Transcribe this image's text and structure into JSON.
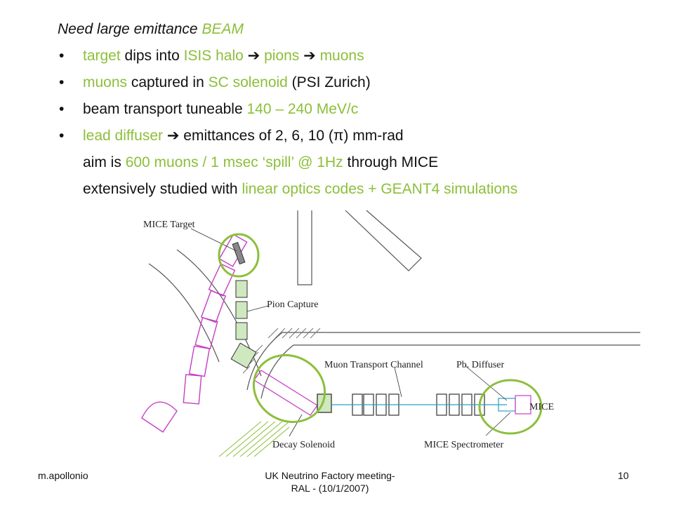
{
  "heading": {
    "part1": "Need large emittance ",
    "part2": "BEAM"
  },
  "bullets": [
    {
      "segments": [
        "target",
        " dips into ",
        "ISIS halo",
        " ➔ ",
        "pions",
        " ➔ ",
        "muons"
      ]
    },
    {
      "segments": [
        "muons",
        " captured in ",
        "SC solenoid",
        " (PSI Zurich)"
      ]
    },
    {
      "segments": [
        "beam transport tuneable ",
        "140 – 240 MeV/c"
      ]
    },
    {
      "segments": [
        "lead diffuser ",
        "➔",
        " emittances of  2, 6, 10 (π) mm-rad"
      ]
    }
  ],
  "bullet_symbol": "•",
  "aim_line": {
    "segments": [
      "aim is ",
      "600 muons / 1 msec ‘spill’ @ 1Hz",
      " through MICE"
    ]
  },
  "studied_line": {
    "segments": [
      "extensively studied with ",
      "linear optics codes + GEANT4 simulations"
    ]
  },
  "diagram": {
    "labels": {
      "mice_target": "MICE Target",
      "pion_capture": "Pion Capture",
      "muon_transport": "Muon Transport Channel",
      "pb_diffuser": "Pb. Diffuser",
      "mice": "MICE",
      "decay_solenoid": "Decay Solenoid",
      "mice_spectrometer": "MICE Spectrometer"
    },
    "colors": {
      "highlight": "#8cbf3a",
      "magnet": "#c43fc4",
      "beam": "#2aa0c8"
    }
  },
  "footer": {
    "author": "m.apollonio",
    "meeting_line1": "UK Neutrino Factory meeting-",
    "meeting_line2": "RAL - (10/1/2007)",
    "page": "10"
  }
}
